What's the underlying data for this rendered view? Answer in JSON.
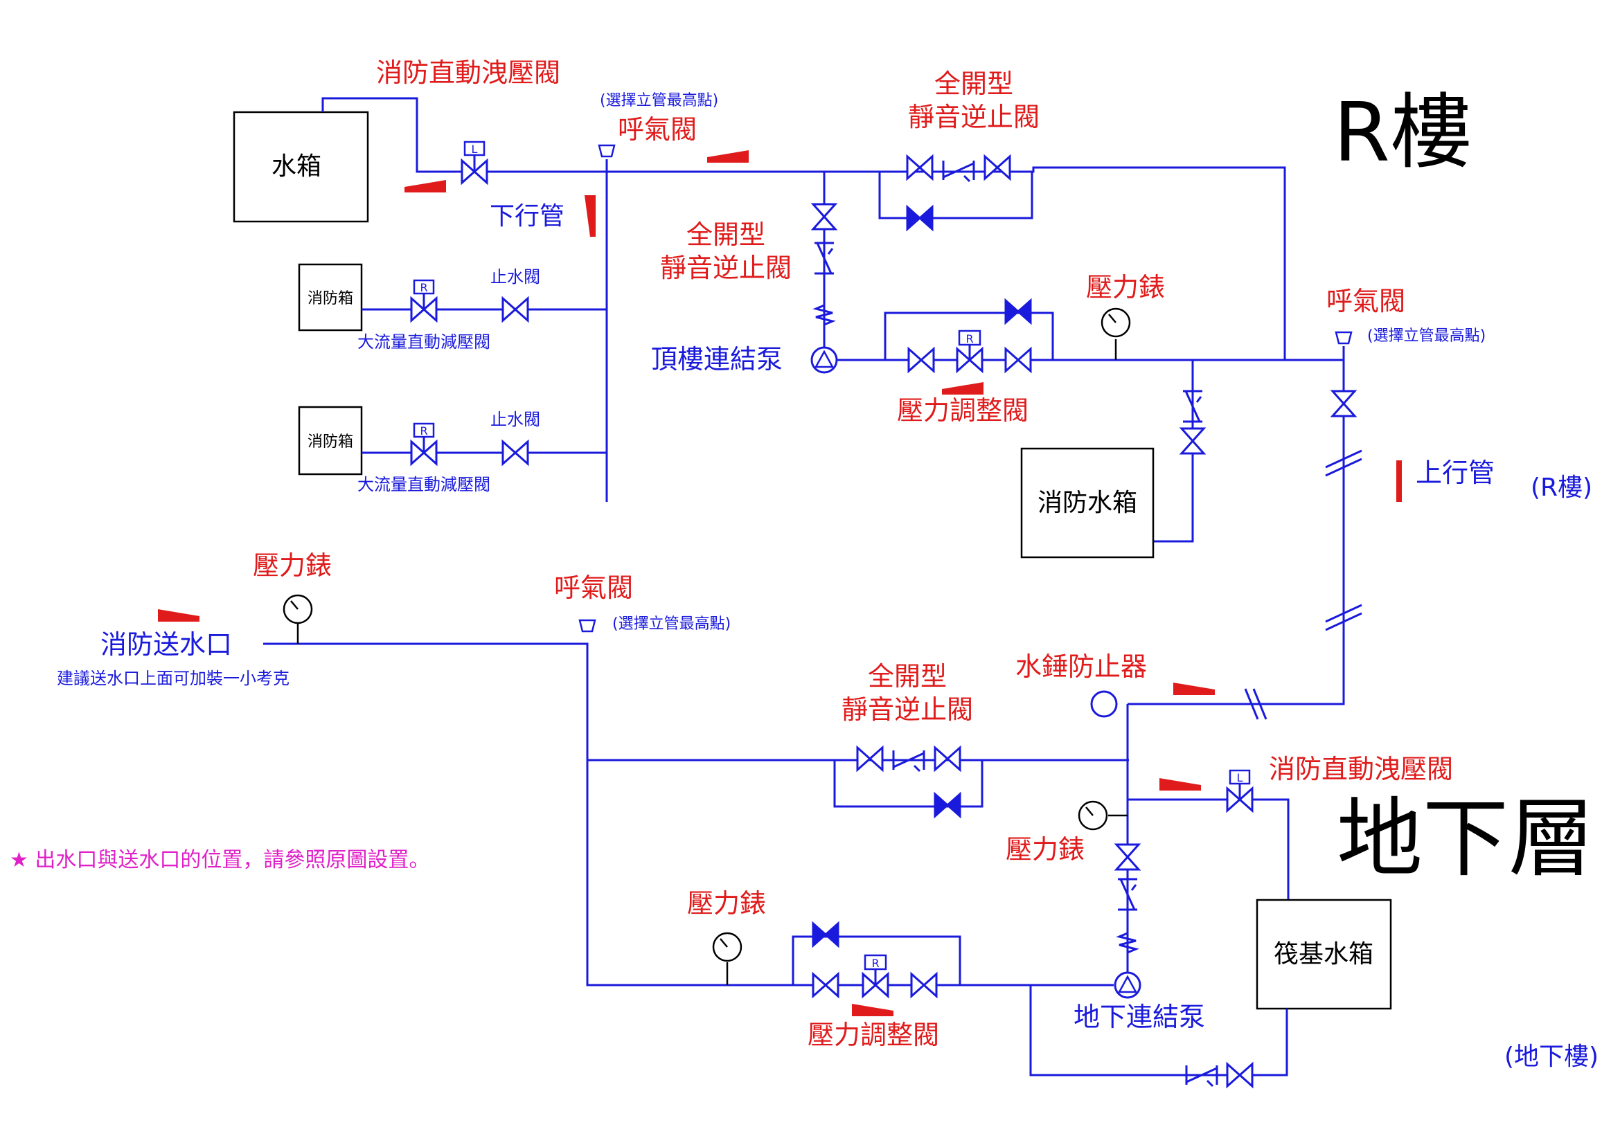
{
  "zones": {
    "roof": "R樓",
    "basement": "地下層",
    "roof_paren": "(R樓)",
    "basement_paren": "(地下樓)"
  },
  "tanks": {
    "water_tank": "水箱",
    "fire_box_1": "消防箱",
    "fire_box_2": "消防箱",
    "fire_water_tank": "消防水箱",
    "raft_tank": "筏基水箱"
  },
  "roof_labels": {
    "relief_valve": "消防直動洩壓閥",
    "air_vent_note_1": "(選擇立管最高點)",
    "air_vent_1": "呼氣閥",
    "check_valve_top_1": "全開型",
    "check_valve_top_2": "靜音逆止閥",
    "downpipe": "下行管",
    "check_valve_mid_1": "全開型",
    "check_valve_mid_2": "靜音逆止閥",
    "stop_valve_1": "止水閥",
    "prv_1": "大流量直動減壓閥",
    "stop_valve_2": "止水閥",
    "prv_2": "大流量直動減壓閥",
    "pressure_gauge": "壓力錶",
    "roof_pump": "頂樓連結泵",
    "pressure_adjust": "壓力調整閥",
    "air_vent_2": "呼氣閥",
    "air_vent_note_2": "(選擇立管最高點)",
    "upriser": "上行管"
  },
  "basement_labels": {
    "inlet_gauge": "壓力錶",
    "inlet": "消防送水口",
    "inlet_note": "建議送水口上面可加裝一小考克",
    "air_vent": "呼氣閥",
    "air_vent_note": "(選擇立管最高點)",
    "check_valve_1": "全開型",
    "check_valve_2": "靜音逆止閥",
    "water_hammer": "水錘防止器",
    "relief_valve": "消防直動洩壓閥",
    "pressure_gauge_right": "壓力錶",
    "pressure_gauge_left": "壓力錶",
    "basement_pump": "地下連結泵",
    "pressure_adjust": "壓力調整閥"
  },
  "note": "★ 出水口與送水口的位置，請參照原圖設置。",
  "symbol_letters": {
    "L": "L",
    "R": "R"
  },
  "colors": {
    "pipe": "#1a1adc",
    "label_red": "#e01b1b",
    "label_blue": "#1a1adc",
    "note_pink": "#e020c8",
    "arrow": "#e01b1b"
  }
}
